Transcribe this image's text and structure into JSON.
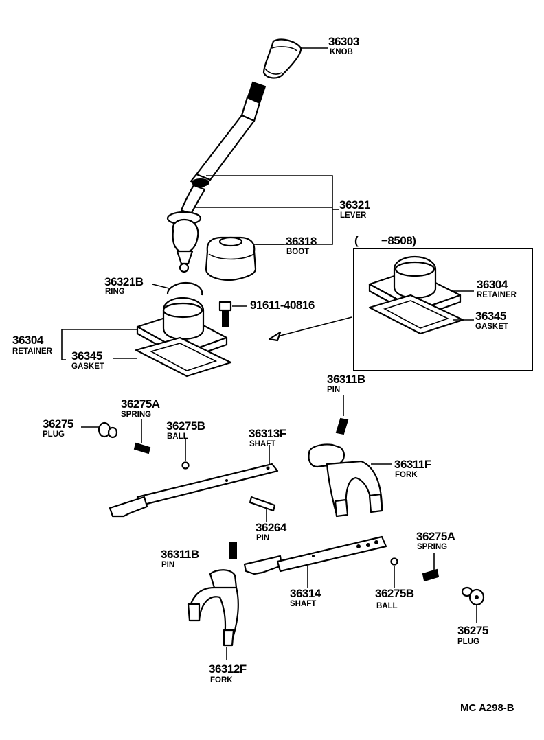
{
  "parts": {
    "knob": {
      "number": "36303",
      "name": "KNOB"
    },
    "lever": {
      "number": "36321",
      "name": "LEVER"
    },
    "boot": {
      "number": "36318",
      "name": "BOOT"
    },
    "ring": {
      "number": "36321B",
      "name": "RING"
    },
    "bolt": {
      "number": "91611-40816"
    },
    "retainer": {
      "number": "36304",
      "name": "RETAINER"
    },
    "gasket": {
      "number": "36345",
      "name": "GASKET"
    },
    "inset_range": "(        −8508)",
    "inset_retainer": {
      "number": "36304",
      "name": "RETAINER"
    },
    "inset_gasket": {
      "number": "36345",
      "name": "GASKET"
    },
    "pin_upper": {
      "number": "36311B",
      "name": "PIN"
    },
    "spring_left": {
      "number": "36275A",
      "name": "SPRING"
    },
    "plug_left": {
      "number": "36275",
      "name": "PLUG"
    },
    "ball_left": {
      "number": "36275B",
      "name": "BALL"
    },
    "shaft_upper": {
      "number": "36313F",
      "name": "SHAFT"
    },
    "fork_upper": {
      "number": "36311F",
      "name": "FORK"
    },
    "pin_shaft": {
      "number": "36264",
      "name": "PIN"
    },
    "pin_lower": {
      "number": "36311B",
      "name": "PIN"
    },
    "spring_right": {
      "number": "36275A",
      "name": "SPRING"
    },
    "shaft_lower": {
      "number": "36314",
      "name": "SHAFT"
    },
    "ball_right": {
      "number": "36275B",
      "name": "BALL"
    },
    "plug_right": {
      "number": "36275",
      "name": "PLUG"
    },
    "fork_lower": {
      "number": "36312F",
      "name": "FORK"
    }
  },
  "figure_code": "MC A298-B"
}
